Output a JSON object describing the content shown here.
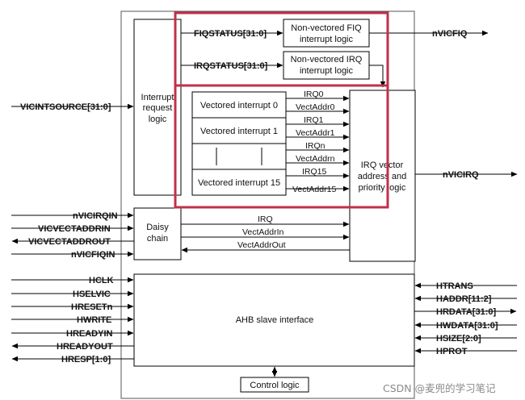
{
  "blocks": {
    "fiq_logic": [
      "Non-vectored FIQ",
      "interrupt logic"
    ],
    "irq_logic": [
      "Non-vectored IRQ",
      "interrupt logic"
    ],
    "interrupt_request": [
      "Interrupt",
      "request",
      "logic"
    ],
    "vectored": [
      "Vectored interrupt 0",
      "Vectored interrupt 1",
      "Vectored interrupt 15"
    ],
    "irq_vector": [
      "IRQ vector",
      "address and",
      "priority logic"
    ],
    "daisy": [
      "Daisy",
      "chain"
    ],
    "ahb": "AHB slave interface",
    "control": "Control logic"
  },
  "status": {
    "fiq": "FIQSTATUS[31:0]",
    "irq": "IRQSTATUS[31:0]"
  },
  "vector_signals": [
    "IRQ0",
    "VectAddr0",
    "IRQ1",
    "VectAddr1",
    "IRQn",
    "VectAddrn",
    "IRQ15",
    "VectAddr15"
  ],
  "daisy_signals": [
    "IRQ",
    "VectAddrIn",
    "VectAddrOut"
  ],
  "left_signals": {
    "source": "VICINTSOURCE[31:0]",
    "daisy": [
      "nVICIRQIN",
      "VICVECTADDRIN",
      "VICVECTADDROUT",
      "nVICFIQIN"
    ],
    "ahb": [
      "HCLK",
      "HSELVIC",
      "HRESETn",
      "HWRITE",
      "HREADYIN",
      "HREADYOUT",
      "HRESP[1:0]"
    ]
  },
  "right_signals": {
    "fiq_out": "nVICFIQ",
    "irq_out": "nVICIRQ",
    "ahb": [
      "HTRANS",
      "HADDR[11:2]",
      "HRDATA[31:0]",
      "HWDATA[31:0]",
      "HSIZE[2:0]",
      "HPROT"
    ]
  },
  "watermark": "CSDN @麦兜的学习笔记",
  "colors": {
    "highlight": "#c0304a",
    "line": "#000000"
  }
}
